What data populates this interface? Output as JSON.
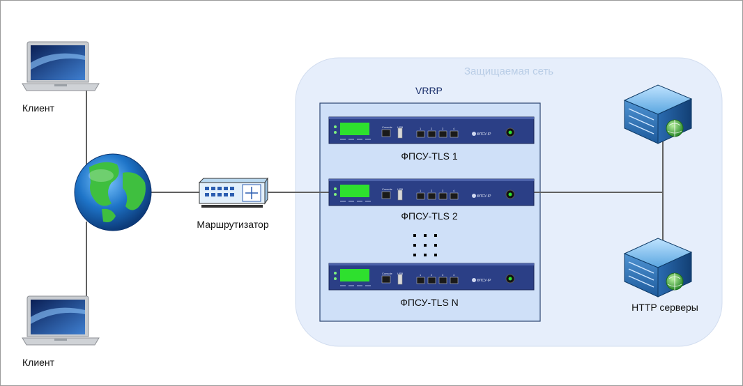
{
  "nodes": {
    "client_top": {
      "label": "Клиент"
    },
    "client_bottom": {
      "label": "Клиент"
    },
    "router": {
      "label": "Маршрутизатор"
    },
    "fpsu_1": {
      "label": "ФПСУ-TLS 1"
    },
    "fpsu_2": {
      "label": "ФПСУ-TLS 2"
    },
    "fpsu_n": {
      "label": "ФПСУ-TLS N"
    },
    "http_servers": {
      "label": "HTTP серверы"
    }
  },
  "zones": {
    "protected_network": {
      "label": "Защищаемая сеть"
    },
    "vrrp_cluster": {
      "label": "VRRP"
    }
  },
  "device_panel": {
    "console_label": "Console",
    "usb_label": "USB",
    "port_numbers": [
      "1",
      "2",
      "3",
      "4"
    ],
    "brand": "ФПСУ-IP"
  },
  "edges": [
    {
      "from": "client_top",
      "to": "internet"
    },
    {
      "from": "client_bottom",
      "to": "internet"
    },
    {
      "from": "internet",
      "to": "router"
    },
    {
      "from": "router",
      "to": "fpsu_2"
    },
    {
      "from": "fpsu_2",
      "to": "http_servers"
    }
  ],
  "colors": {
    "zone_fill": "#e6eefb",
    "cluster_fill": "#cfe0f8",
    "cluster_border": "#2c4470",
    "device_body": "#2b3f86",
    "device_lcd": "#2ee02e",
    "line": "#606060"
  },
  "icons": {
    "client": "laptop-icon",
    "internet": "globe-icon",
    "router": "router-icon",
    "server": "server-icon",
    "ellipsis": "ellipsis-dots-icon"
  }
}
